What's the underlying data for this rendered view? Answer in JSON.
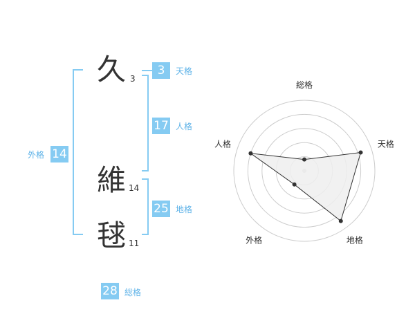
{
  "characters": [
    {
      "char": "久",
      "strokes": "3"
    },
    {
      "char": "維",
      "strokes": "14"
    },
    {
      "char": "毬",
      "strokes": "11"
    }
  ],
  "kaku": {
    "ten": {
      "value": "3",
      "label": "天格"
    },
    "jin": {
      "value": "17",
      "label": "人格"
    },
    "chi": {
      "value": "25",
      "label": "地格"
    },
    "gai": {
      "value": "14",
      "label": "外格"
    },
    "sou": {
      "value": "28",
      "label": "総格"
    }
  },
  "chart_data": {
    "type": "radar",
    "axes": [
      "総格",
      "天格",
      "地格",
      "外格",
      "人格"
    ],
    "values": [
      0.8,
      4.2,
      4.4,
      1.2,
      4.0
    ],
    "range": [
      0,
      5
    ],
    "rings": 5,
    "colors": {
      "fill": "#eeeeee",
      "line": "#333333",
      "ring": "#cccccc",
      "center": "#cccccc"
    }
  }
}
